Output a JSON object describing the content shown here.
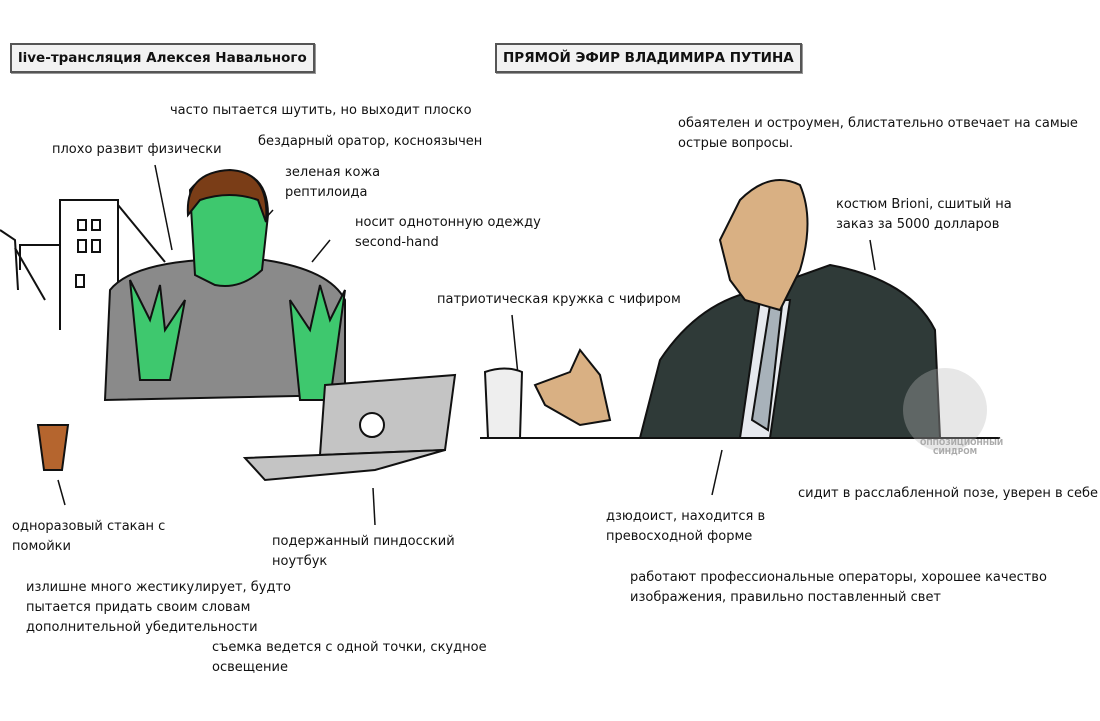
{
  "left": {
    "title": "live-трансляция Алексея Навального",
    "labels": {
      "jokes": "часто пытается шутить, но выходит плоско",
      "orator": "бездарный оратор, косноязычен",
      "physical": "плохо развит физически",
      "skin_1": "зеленая кожа",
      "skin_2": "рептилоида",
      "clothes_1": "носит однотонную одежду",
      "clothes_2": "second-hand",
      "cup_1": "одноразовый стакан с",
      "cup_2": "помойки",
      "laptop_1": "подержанный пиндосский",
      "laptop_2": "ноутбук",
      "gestures_1": "излишне много жестикулирует, будто",
      "gestures_2": "пытается придать своим словам",
      "gestures_3": "дополнительной убедительности",
      "filming_1": "съемка ведется с одной точки, скудное",
      "filming_2": "освещение"
    }
  },
  "right": {
    "title": "ПРЯМОЙ ЭФИР ВЛАДИМИРА ПУТИНА",
    "labels": {
      "charming_1": "обаятелен и остроумен, блистательно отвечает на самые",
      "charming_2": "острые вопросы.",
      "suit_1": "костюм Brioni, сшитый на",
      "suit_2": "заказ за 5000 долларов",
      "mug": "патриотическая кружка с чифиром",
      "pose": "сидит в расслабленной позе, уверен в себе",
      "judo_1": "дзюдоист, находится в",
      "judo_2": "превосходной форме",
      "operators_1": "работают профессиональные операторы, хорошее качество",
      "operators_2": "изображения, правильно поставленный свет"
    }
  },
  "watermark": {
    "line1": "ОППОЗИЦИОННЫЙ",
    "line2": "СИНДРОМ"
  },
  "colors": {
    "green_skin": "#3ec86e",
    "sweater": "#8a8a8a",
    "hair": "#7a3d17",
    "tan_skin": "#d9b083",
    "suit": "#2f3a38",
    "laptop": "#c4c4c4",
    "cup": "#b5652e"
  }
}
